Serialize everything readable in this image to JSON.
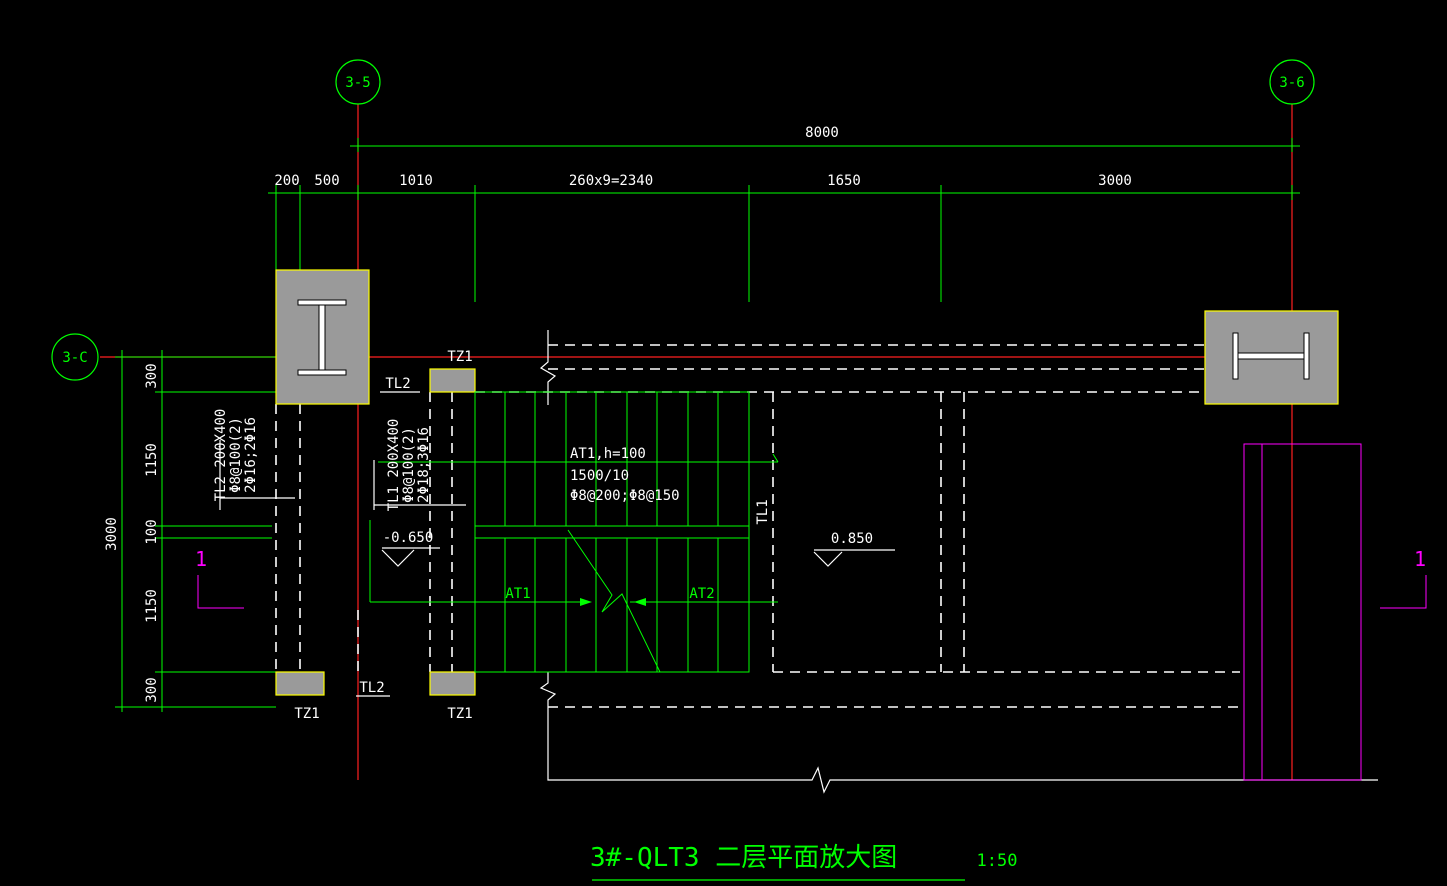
{
  "axes": {
    "top_left": "3-5",
    "top_right": "3-6",
    "left": "3-C"
  },
  "dimensions": {
    "overall": "8000",
    "d200": "200",
    "d500": "500",
    "d1010": "1010",
    "treads": "260x9=2340",
    "d1650": "1650",
    "d3000": "3000",
    "v300_top": "300",
    "v1150_a": "1150",
    "v100": "100",
    "v1150_b": "1150",
    "v300_bot": "300",
    "v3000": "3000"
  },
  "labels": {
    "tz1_top": "TZ1",
    "tl2_top": "TL2",
    "tl2_bottom": "TL2",
    "tz1_bottom_left": "TZ1",
    "tz1_bottom_mid": "TZ1",
    "tl1_vertical": "TL1",
    "at1": "AT1",
    "at2": "AT2",
    "section_left": "1",
    "section_right": "1"
  },
  "annotations": {
    "tl2_spec": [
      "TL2 200X400",
      "Φ8@100(2)",
      "2Φ16;2Φ16"
    ],
    "tl1_spec": [
      "TL1 200X400",
      "Φ8@100(2)",
      "2Φ18;3Φ16"
    ],
    "at1_spec": [
      "AT1,h=100",
      "1500/10",
      "Φ8@200;Φ8@150"
    ],
    "level_low": "-0.650",
    "level_high": "0.850"
  },
  "title": {
    "text": "3#-QLT3 二层平面放大图",
    "scale": "1:50"
  }
}
